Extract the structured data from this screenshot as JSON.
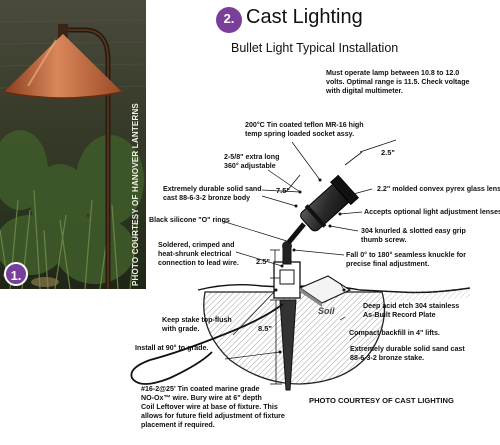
{
  "photo": {
    "badge": "1.",
    "credit": "PHOTO COURTESY OF HANOVER LANTERNS"
  },
  "header": {
    "badge": "2.",
    "title": "Cast Lighting",
    "subtitle": "Bullet Light Typical Installation"
  },
  "callouts": {
    "operate": [
      "Must operate lamp between 10.8 to 12.0",
      "volts. Optimal range is 11.5. Check voltage",
      "with digital multimeter."
    ],
    "socket": [
      "200°C Tin coated teflon MR-16 high",
      "temp spring loaded socket assy."
    ],
    "extension": [
      "2-5/8\" extra long",
      "360° adjustable"
    ],
    "body": [
      "Extremely durable solid sand",
      "cast 88-6-3-2 bronze body"
    ],
    "orings": [
      "Black silicone \"O\" rings"
    ],
    "soldered": [
      "Soldered, crimped and",
      "heat-shrunk  electrical",
      "connection to lead wire."
    ],
    "lens": [
      "2.2\" molded convex pyrex glass lens."
    ],
    "adjust": [
      "Accepts optional light adjustment lenses."
    ],
    "thumbscrew": [
      "304 knurled & slotted easy grip",
      "thumb screw."
    ],
    "knuckle": [
      "Fall 0° to 180° seamless knuckle for",
      "precise final adjustment."
    ],
    "plate": [
      "Deep acid etch 304 stainless",
      "As-Built Record Plate"
    ],
    "backfill": [
      "Compact backfill in 4\" lifts."
    ],
    "stake": [
      "Extremely durable solid sand cast",
      "88-6-3-2 bronze stake."
    ],
    "flush": [
      "Keep stake top-flush",
      "with grade."
    ],
    "install": [
      "Install at 90° to grade."
    ],
    "wire": [
      "#16-2@25' Tin coated marine grade",
      "NO-Ox™ wire. Bury wire at 6\" depth",
      "Coil Leftover wire at base of fixture. This",
      "allows for future field adjustment of fixture",
      "placement if required."
    ]
  },
  "dimensions": {
    "d1": "2.5\"",
    "d2": "7.5\"",
    "d3": "2.5\"",
    "d4": "8.5\""
  },
  "soil_label": "Soil",
  "courtesy": "PHOTO COURTESY OF CAST LIGHTING",
  "colors": {
    "badge": "#7a3f9b",
    "copper": "#c06a3e",
    "garden": "#2e3a22",
    "soil_hatch": "#7a7a7a"
  }
}
